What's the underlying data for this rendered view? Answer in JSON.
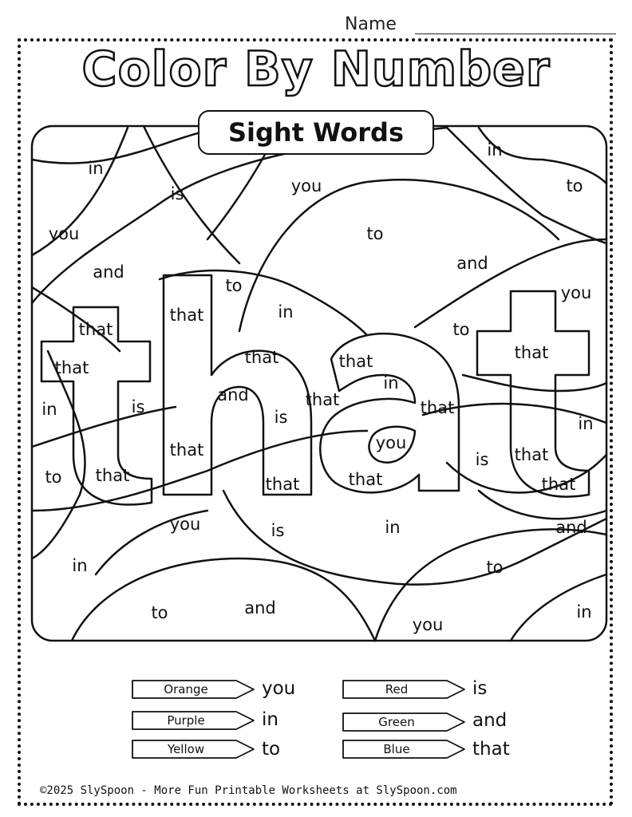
{
  "header": {
    "name_label": "Name"
  },
  "title": "Color By Number",
  "subtitle": "Sight Words",
  "puzzle": {
    "regions": [
      {
        "word": "in"
      },
      {
        "word": "is"
      },
      {
        "word": "you"
      },
      {
        "word": "in"
      },
      {
        "word": "to"
      },
      {
        "word": "you"
      },
      {
        "word": "to"
      },
      {
        "word": "and"
      },
      {
        "word": "and"
      },
      {
        "word": "to"
      },
      {
        "word": "you"
      },
      {
        "word": "that"
      },
      {
        "word": "that"
      },
      {
        "word": "in"
      },
      {
        "word": "to"
      },
      {
        "word": "that"
      },
      {
        "word": "that"
      },
      {
        "word": "that"
      },
      {
        "word": "that"
      },
      {
        "word": "in"
      },
      {
        "word": "in"
      },
      {
        "word": "is"
      },
      {
        "word": "and"
      },
      {
        "word": "that"
      },
      {
        "word": "is"
      },
      {
        "word": "that"
      },
      {
        "word": "in"
      },
      {
        "word": "you"
      },
      {
        "word": "that"
      },
      {
        "word": "is"
      },
      {
        "word": "to"
      },
      {
        "word": "that"
      },
      {
        "word": "that"
      },
      {
        "word": "that"
      },
      {
        "word": "that"
      },
      {
        "word": "that"
      },
      {
        "word": "you"
      },
      {
        "word": "is"
      },
      {
        "word": "in"
      },
      {
        "word": "and"
      },
      {
        "word": "in"
      },
      {
        "word": "to"
      },
      {
        "word": "to"
      },
      {
        "word": "and"
      },
      {
        "word": "you"
      },
      {
        "word": "in"
      }
    ]
  },
  "key": [
    {
      "color": "Orange",
      "word": "you"
    },
    {
      "color": "Purple",
      "word": "in"
    },
    {
      "color": "Yellow",
      "word": "to"
    },
    {
      "color": "Red",
      "word": "is"
    },
    {
      "color": "Green",
      "word": "and"
    },
    {
      "color": "Blue",
      "word": "that"
    }
  ],
  "footer": "©2025 SlySpoon - More Fun Printable Worksheets at SlySpoon.com"
}
